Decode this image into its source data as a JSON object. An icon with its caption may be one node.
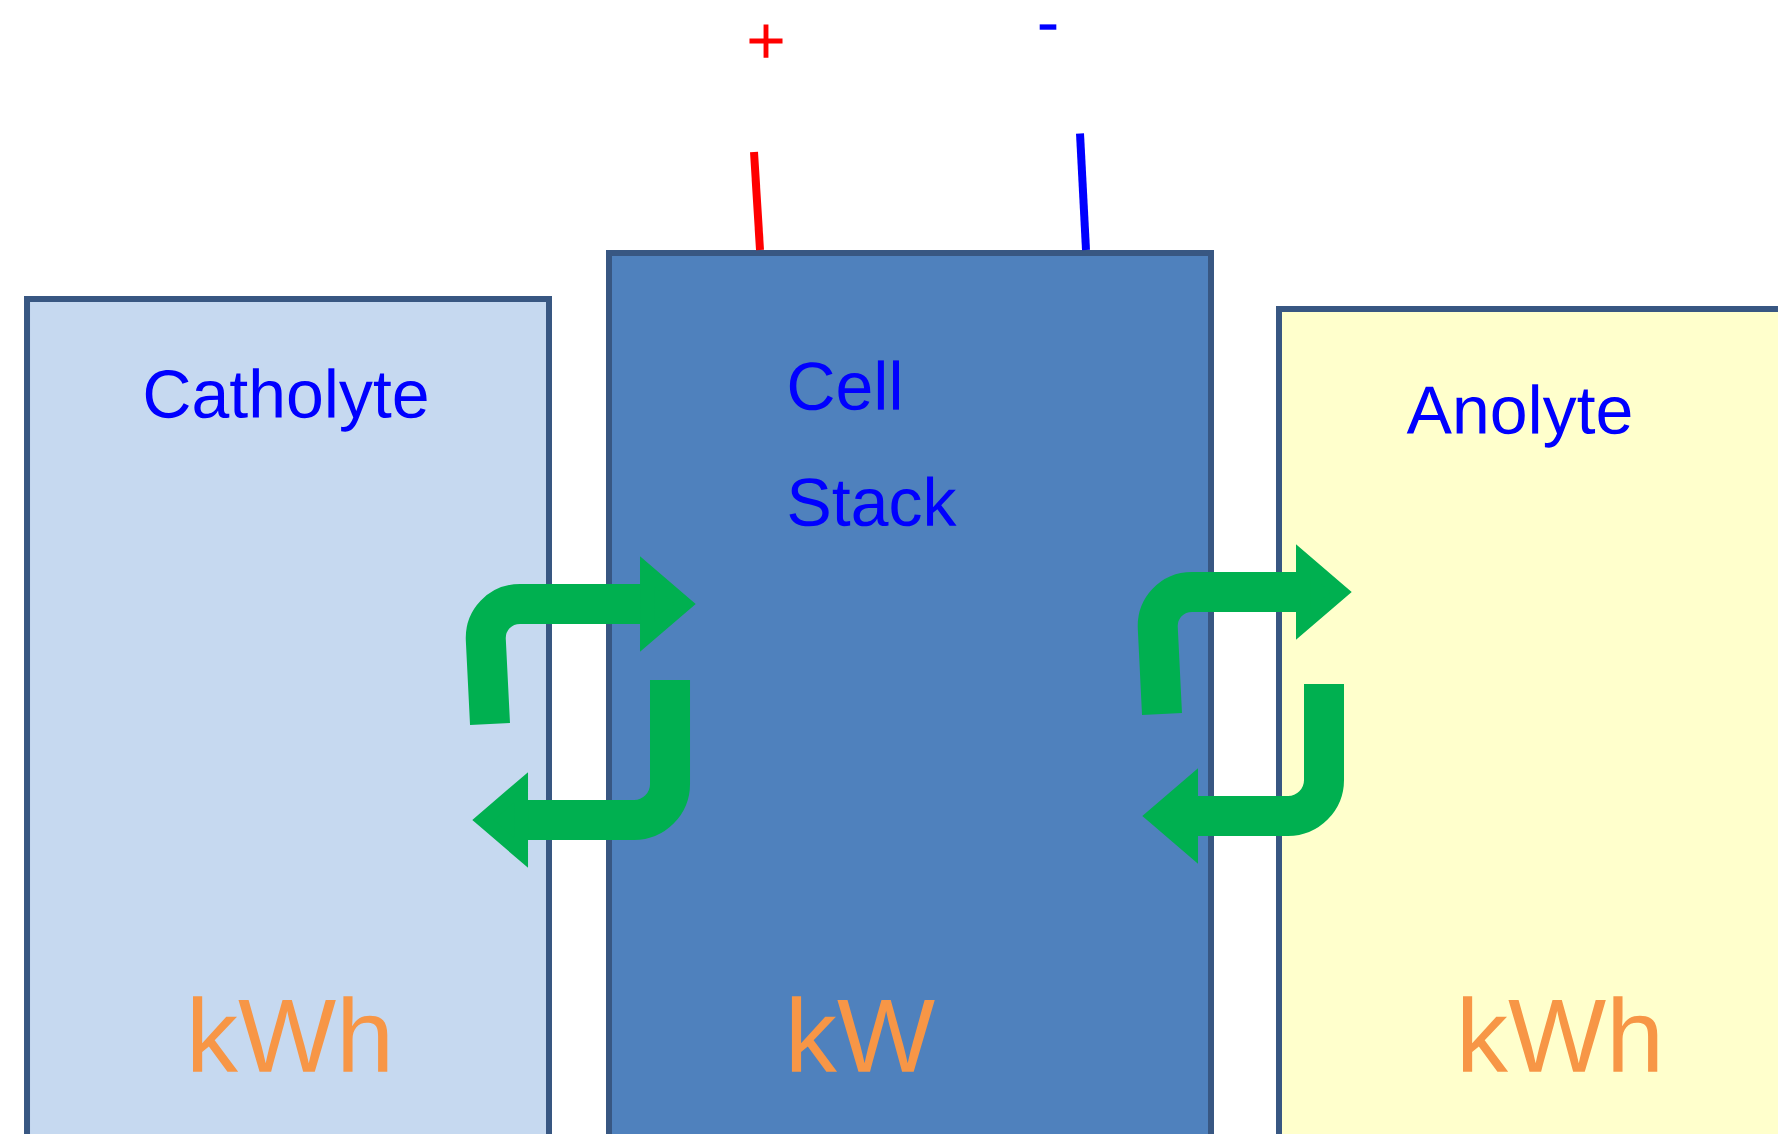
{
  "diagram": {
    "nodes": [
      {
        "text": [
          "+"
        ]
      },
      {
        "text": [
          "-"
        ]
      },
      {
        "text": [
          "Catholyte",
          "kWh"
        ]
      },
      {
        "text": [
          "Cell Stack",
          "kW"
        ]
      },
      {
        "text": [
          "Anolyte",
          "kWh"
        ]
      }
    ],
    "edges": [
      {
        "from": 0,
        "to": 3,
        "arrow": "none",
        "color": "#ff0000"
      },
      {
        "from": 1,
        "to": 3,
        "arrow": "none",
        "color": "#0000ff"
      },
      {
        "from": 2,
        "to": 3,
        "arrow": "to"
      },
      {
        "from": 3,
        "to": 2,
        "arrow": "to"
      },
      {
        "from": 3,
        "to": 4,
        "arrow": "to"
      },
      {
        "from": 4,
        "to": 3,
        "arrow": "to"
      }
    ]
  }
}
